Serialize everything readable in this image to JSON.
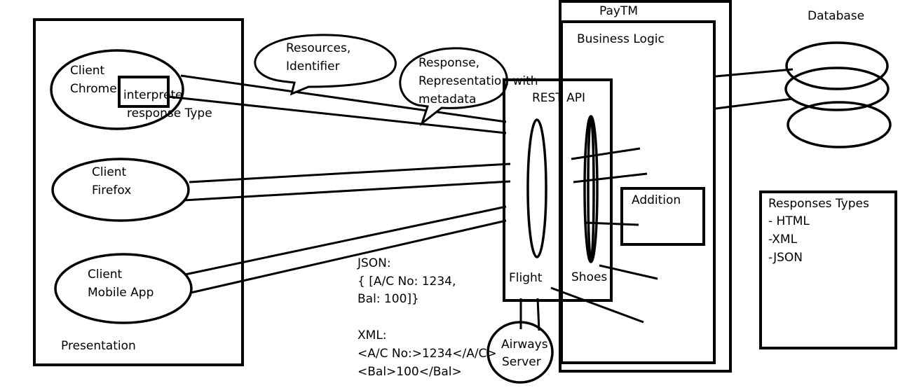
{
  "presentation": {
    "title": "Presentation",
    "clients": [
      {
        "line1": "Client",
        "line2": "Chrome"
      },
      {
        "line1": "Client",
        "line2": "Firefox"
      },
      {
        "line1": "Client",
        "line2": "Mobile App"
      }
    ],
    "interpreter_label": "interprete",
    "response_type_label": "response Type"
  },
  "bubbles": {
    "request": {
      "line1": "Resources,",
      "line2": "Identifier"
    },
    "response": {
      "line1": "Response,",
      "line2": "Representation with",
      "line3": "metadata"
    }
  },
  "paytm": {
    "title": "PayTM",
    "business_logic": "Business Logic",
    "rest_api": "REST API",
    "flight": "Flight",
    "shoes": "Shoes",
    "addition": "Addition"
  },
  "airways": {
    "line1": "Airways",
    "line2": "Server"
  },
  "database": {
    "title": "Database"
  },
  "examples": {
    "json_title": "JSON:",
    "json_line1": "{ [A/C No: 1234,",
    "json_line2": "Bal: 100]}",
    "xml_title": "XML:",
    "xml_line1": "<A/C No:>1234</A/C>",
    "xml_line2": "<Bal>100</Bal>"
  },
  "responses_types": {
    "title": "Responses Types",
    "items": [
      "- HTML",
      "-XML",
      "-JSON"
    ]
  }
}
